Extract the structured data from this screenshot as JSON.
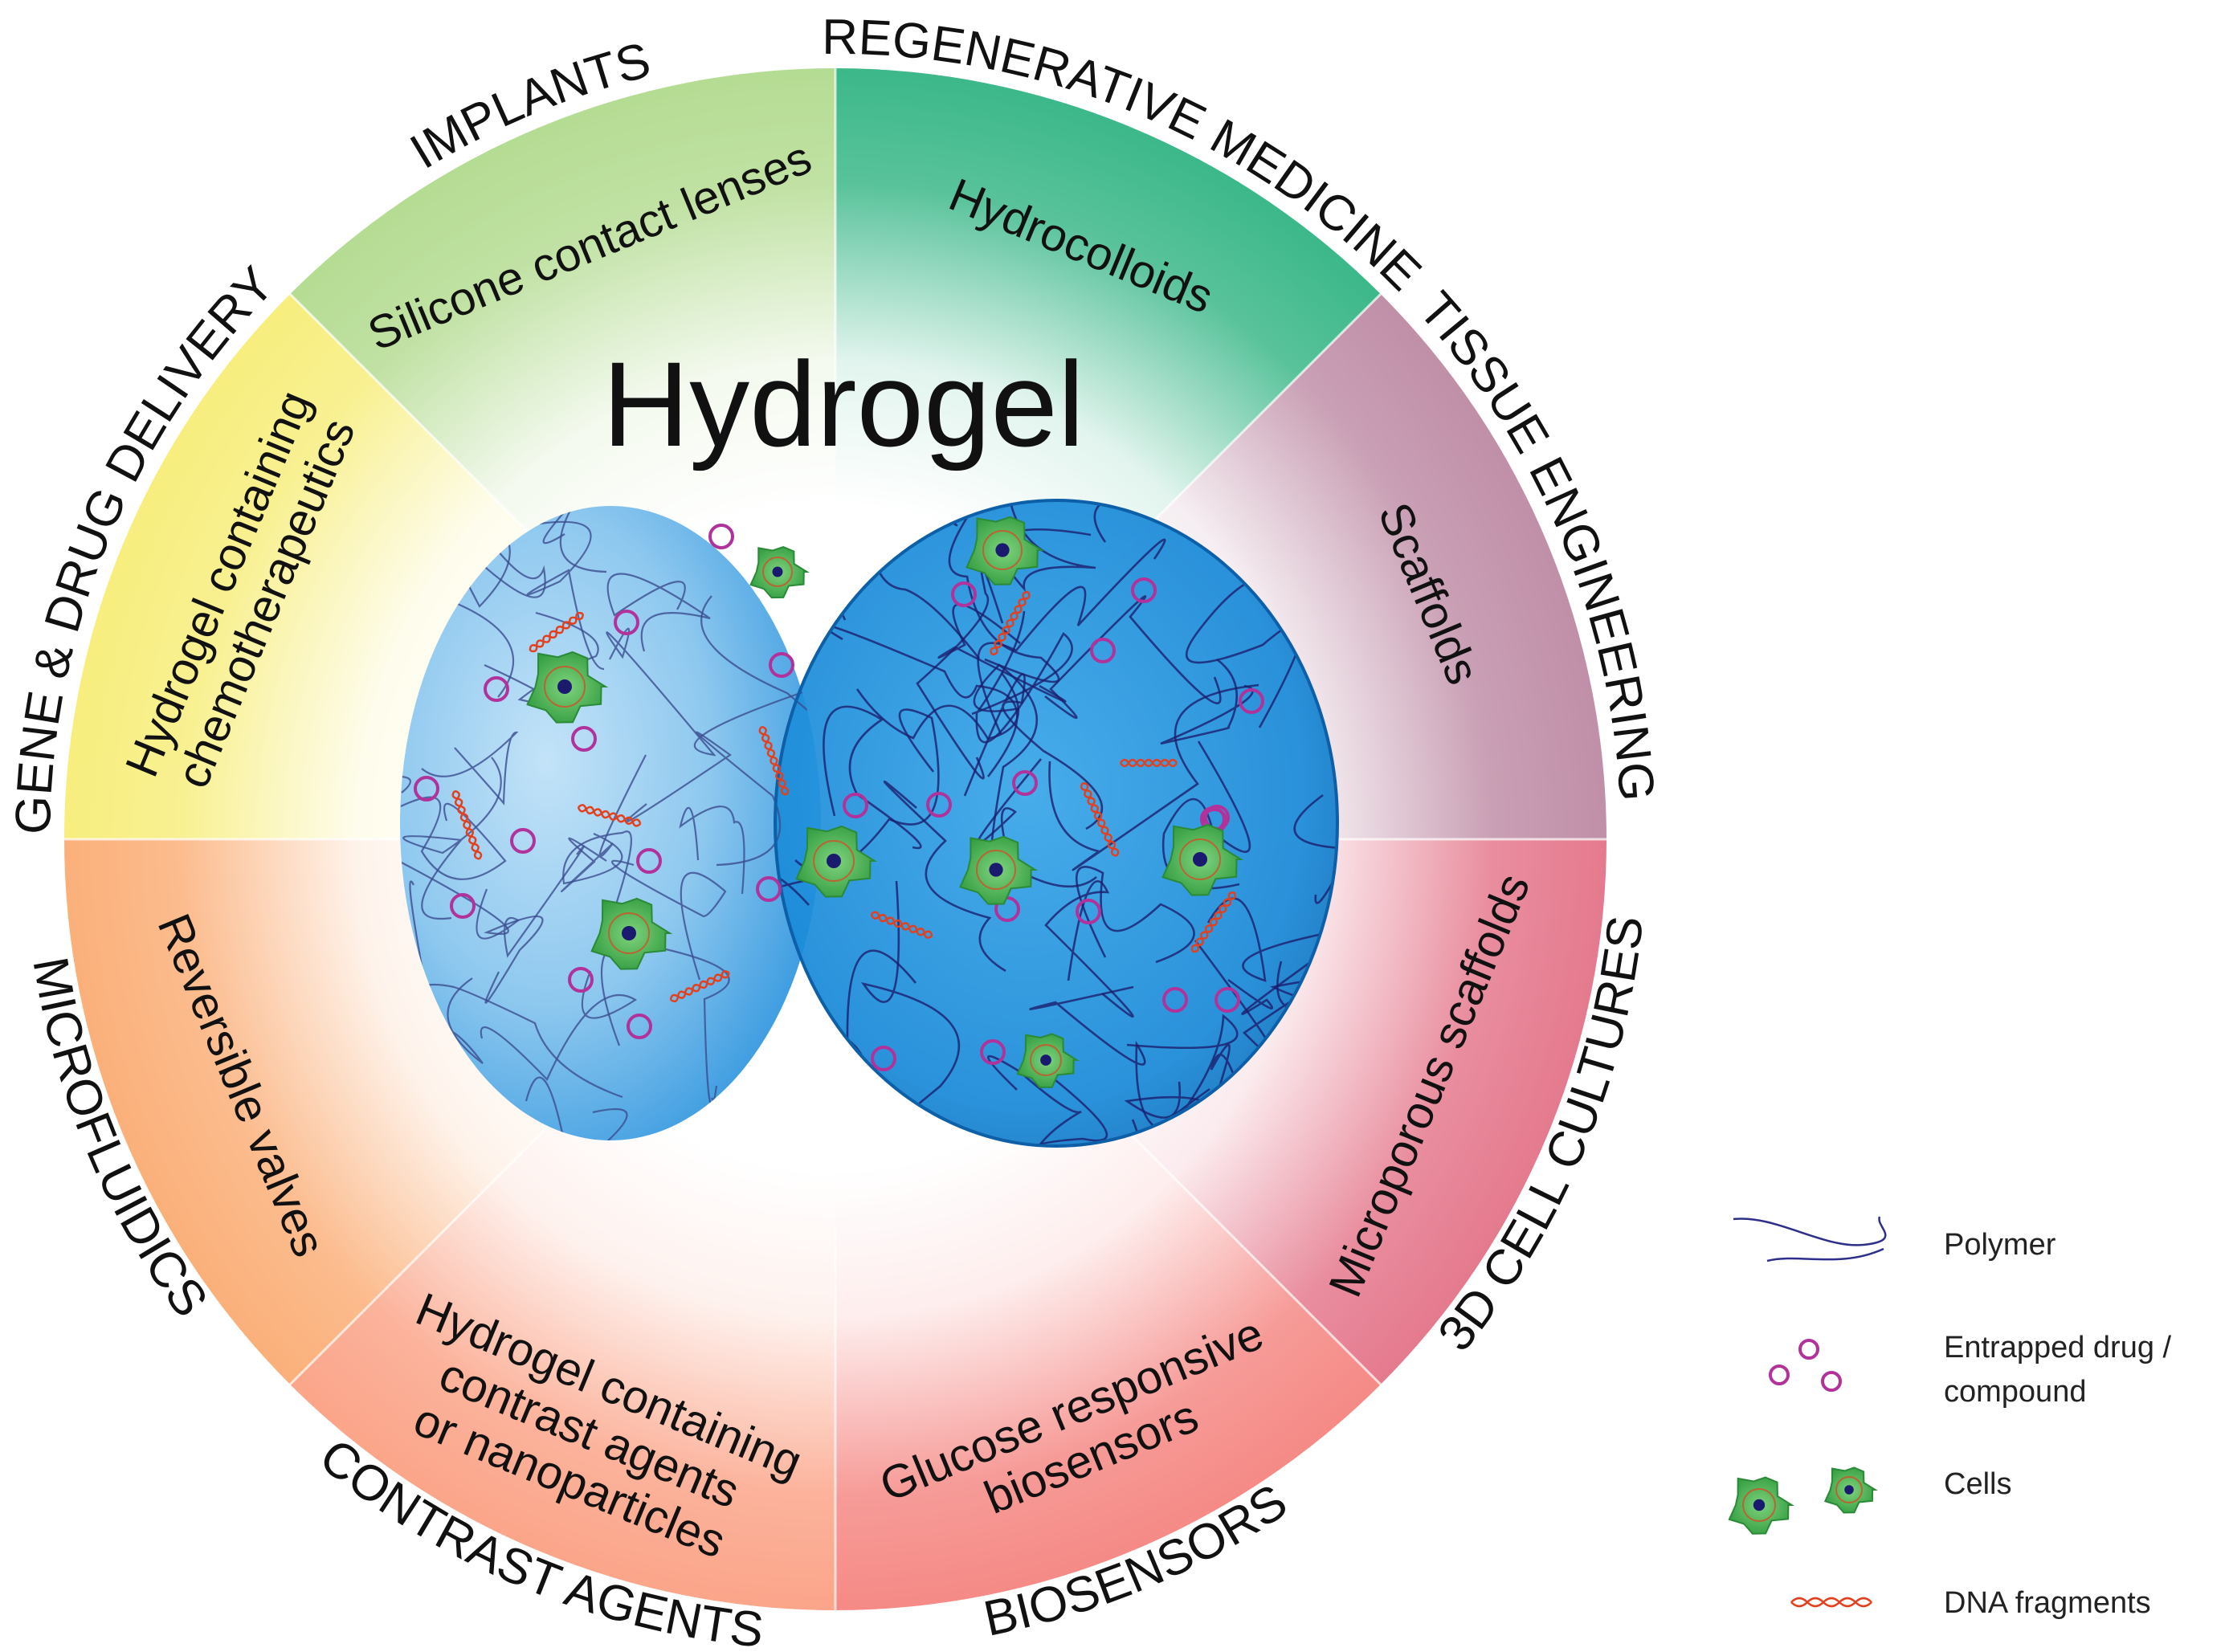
{
  "title": "Hydrogel",
  "sectors": [
    {
      "id": "implants",
      "category": "IMPLANTS",
      "application": [
        "Silicone contact lenses"
      ],
      "color": "#b5dc93"
    },
    {
      "id": "regenerative",
      "category": "REGENERATIVE MEDICINE",
      "application": [
        "Hydrocolloids"
      ],
      "color": "#3cb88a"
    },
    {
      "id": "tissue",
      "category": "TISSUE ENGINEERING",
      "application": [
        "Scaffolds"
      ],
      "color": "#c08fa8"
    },
    {
      "id": "cell-cultures",
      "category": "3D CELL CULTURES",
      "application": [
        "Microporous scaffolds"
      ],
      "color": "#e57a8e"
    },
    {
      "id": "biosensors",
      "category": "BIOSENSORS",
      "application": [
        "Glucose responsive",
        "biosensors"
      ],
      "color": "#f58a86"
    },
    {
      "id": "contrast",
      "category": "CONTRAST AGENTS",
      "application": [
        "Hydrogel containing",
        "contrast agents",
        "or nanoparticles"
      ],
      "color": "#fba58a"
    },
    {
      "id": "microfluidics",
      "category": "MICROFLUIDICS",
      "application": [
        "Reversible valves"
      ],
      "color": "#fbb07a"
    },
    {
      "id": "drug-delivery",
      "category": "GENE & DRUG DELIVERY",
      "application": [
        "Hydrogel containing",
        "chemotherapeutics"
      ],
      "color": "#f7ee7e"
    }
  ],
  "legend": {
    "polymer": "Polymer",
    "drug_line1": "Entrapped drug /",
    "drug_line2": "compound",
    "cells": "Cells",
    "dna": "DNA fragments"
  },
  "colors": {
    "gel_light": "#9fd0f2",
    "gel_dark": "#1a86d6",
    "cell_fill": "#3fae4a",
    "drug_ring": "#b0329a",
    "polymer_line": "#1c1e6e",
    "dna": "#e2401f"
  }
}
